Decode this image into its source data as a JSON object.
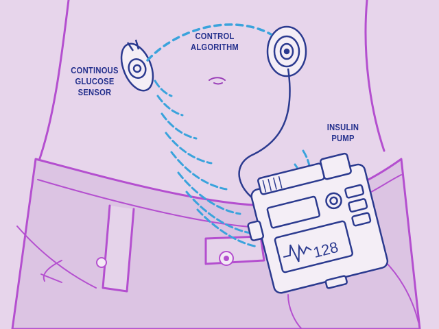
{
  "labels": {
    "sensor": [
      "CONTINOUS",
      "GLUCOSE",
      "SENSOR"
    ],
    "algorithm": [
      "CONTROL",
      "ALGORITHM"
    ],
    "pump": [
      "INSULIN",
      "PUMP"
    ]
  },
  "pump_display": {
    "reading": "128"
  },
  "colors": {
    "background": "#e7d5eb",
    "skin": "#ead9ee",
    "outline": "#b44fcf",
    "label_text": "#232f8c",
    "signal": "#3aa3dc",
    "device": "#2b3a8f"
  },
  "icons": {
    "sensor": "glucose-sensor-icon",
    "algorithm": "control-algorithm-icon",
    "pump": "insulin-pump-icon",
    "waveform": "heartbeat-wave-icon"
  }
}
